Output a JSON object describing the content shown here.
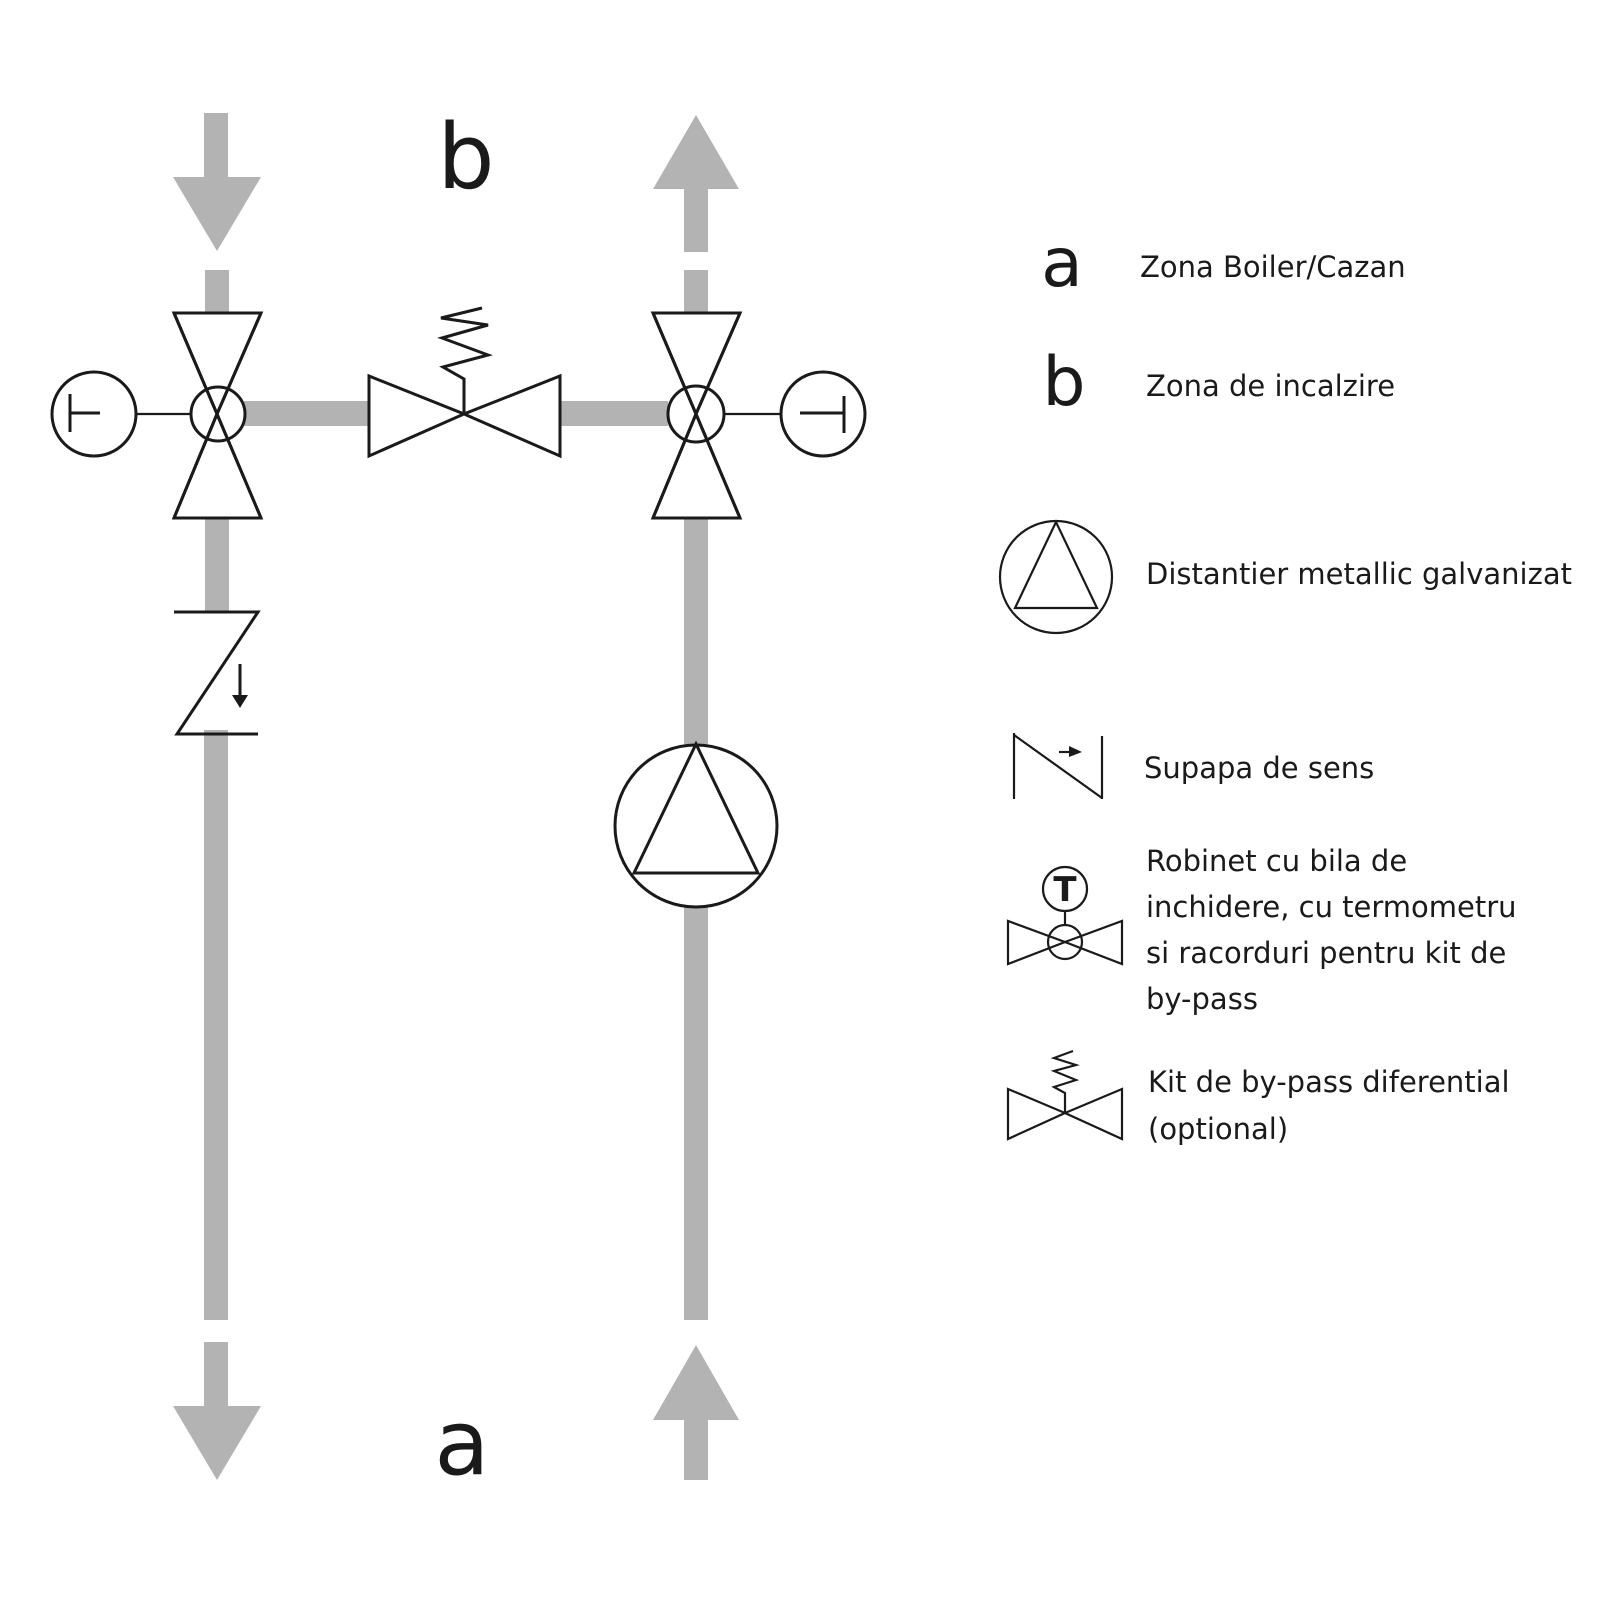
{
  "diagram": {
    "pipe_color": "#b3b3b3",
    "line_color": "#1a1a1a",
    "zone_top_label": "b",
    "zone_bottom_label": "a",
    "components": [
      {
        "id": "left-ball-valve-thermometer",
        "type": "ball-valve-with-thermometer"
      },
      {
        "id": "right-ball-valve-thermometer",
        "type": "ball-valve-with-thermometer"
      },
      {
        "id": "bypass-differential-valve",
        "type": "bypass-differential"
      },
      {
        "id": "check-valve",
        "type": "check-valve"
      },
      {
        "id": "pump-spacer",
        "type": "galvanized-metal-spacer"
      }
    ],
    "flows": [
      {
        "pipe": "left",
        "direction": "down"
      },
      {
        "pipe": "right",
        "direction": "up"
      }
    ]
  },
  "legend": {
    "items": [
      {
        "symbol": "a",
        "label": "Zona Boiler/Cazan"
      },
      {
        "symbol": "b",
        "label": "Zona de incalzire"
      },
      {
        "symbol": "spacer-icon",
        "label": "Distantier metallic galvanizat"
      },
      {
        "symbol": "check-valve-icon",
        "label": "Supapa de sens"
      },
      {
        "symbol": "ball-valve-thermometer-icon",
        "lines": [
          "Robinet cu bila de",
          "inchidere, cu termometru",
          "si racorduri pentru kit de",
          "by-pass"
        ]
      },
      {
        "symbol": "bypass-valve-icon",
        "lines": [
          "Kit de by-pass diferential",
          "(optional)"
        ]
      }
    ],
    "thermometer_mark": "T"
  }
}
